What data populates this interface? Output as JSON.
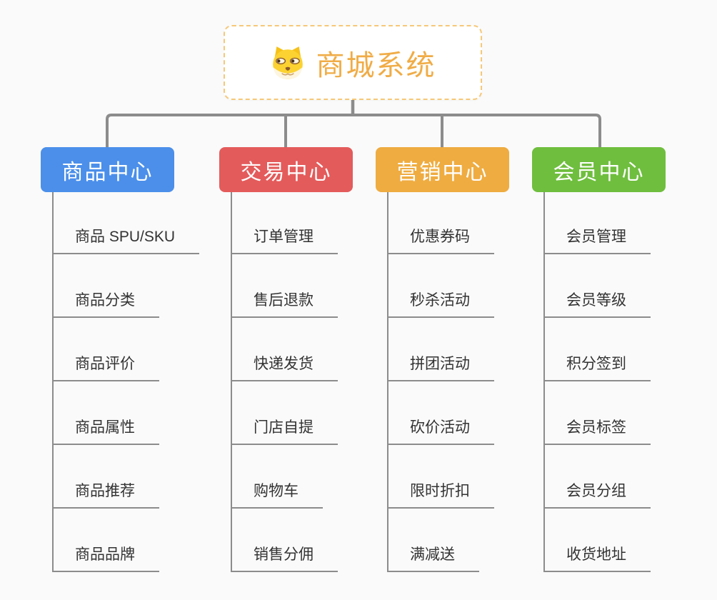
{
  "canvas": {
    "background": "#fafafa",
    "connector_color": "#8c8c8c"
  },
  "root": {
    "title": "商城系统",
    "icon": "doge-icon",
    "text_color": "#f0ac46",
    "border_color": "#f6c878"
  },
  "branches": [
    {
      "id": "product-center",
      "label": "商品中心",
      "color": "#4b8fea",
      "items": [
        "商品 SPU/SKU",
        "商品分类",
        "商品评价",
        "商品属性",
        "商品推荐",
        "商品品牌"
      ]
    },
    {
      "id": "trade-center",
      "label": "交易中心",
      "color": "#e45b5b",
      "items": [
        "订单管理",
        "售后退款",
        "快递发货",
        "门店自提",
        "购物车",
        "销售分佣"
      ]
    },
    {
      "id": "marketing-center",
      "label": "营销中心",
      "color": "#efac41",
      "items": [
        "优惠券码",
        "秒杀活动",
        "拼团活动",
        "砍价活动",
        "限时折扣",
        "满减送"
      ]
    },
    {
      "id": "member-center",
      "label": "会员中心",
      "color": "#6fbe3e",
      "items": [
        "会员管理",
        "会员等级",
        "积分签到",
        "会员标签",
        "会员分组",
        "收货地址"
      ]
    }
  ]
}
